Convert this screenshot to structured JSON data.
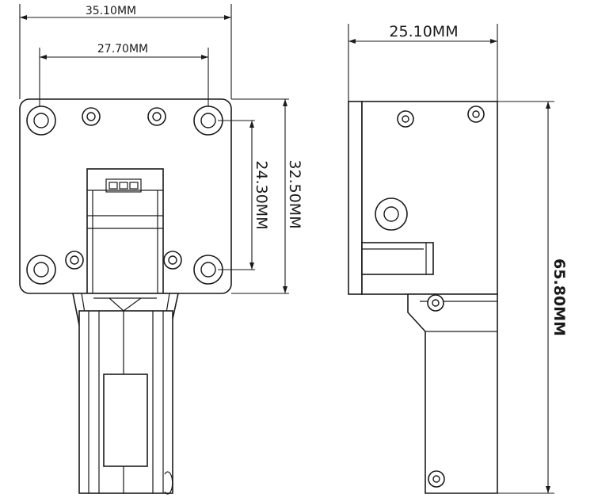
{
  "dimensions": {
    "front_width": "35.10MM",
    "front_hole_spacing_h": "27.70MM",
    "front_height": "32.50MM",
    "front_hole_spacing_v": "24.30MM",
    "side_width": "25.10MM",
    "side_total_height": "65.80MM"
  }
}
